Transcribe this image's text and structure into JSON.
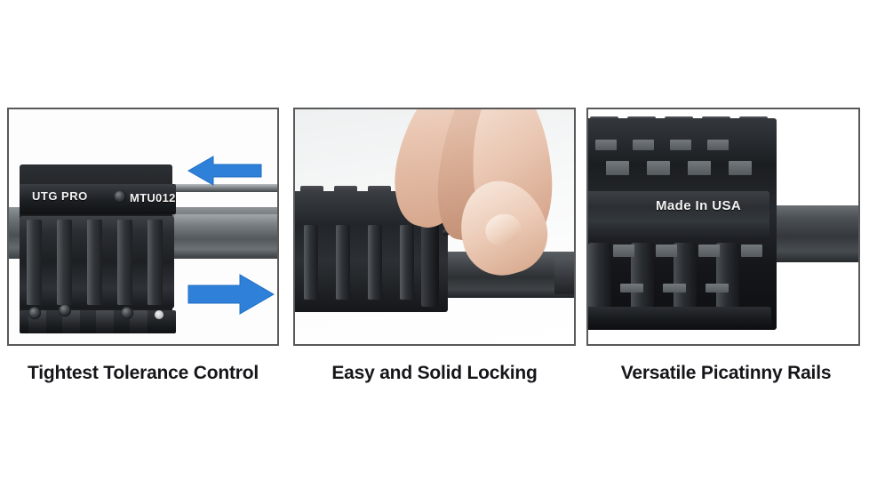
{
  "figure": {
    "background_color": "#ffffff",
    "border_color": "#595959",
    "accent_arrow_color": "#2f80d8",
    "caption_color": "#16161a"
  },
  "panels": [
    {
      "id": "panel-1",
      "caption": "Tightest Tolerance Control",
      "product_markings": {
        "brand": "UTG PRO",
        "model": "MTU012"
      },
      "annotations": [
        {
          "name": "arrow-left",
          "direction": "left",
          "color": "#2f80d8"
        },
        {
          "name": "arrow-right",
          "direction": "right",
          "color": "#2f80d8"
        }
      ]
    },
    {
      "id": "panel-2",
      "caption": "Easy and Solid Locking",
      "product_markings": {},
      "annotations": []
    },
    {
      "id": "panel-3",
      "caption": "Versatile Picatinny Rails",
      "product_markings": {
        "origin": "Made In USA"
      },
      "annotations": []
    }
  ]
}
